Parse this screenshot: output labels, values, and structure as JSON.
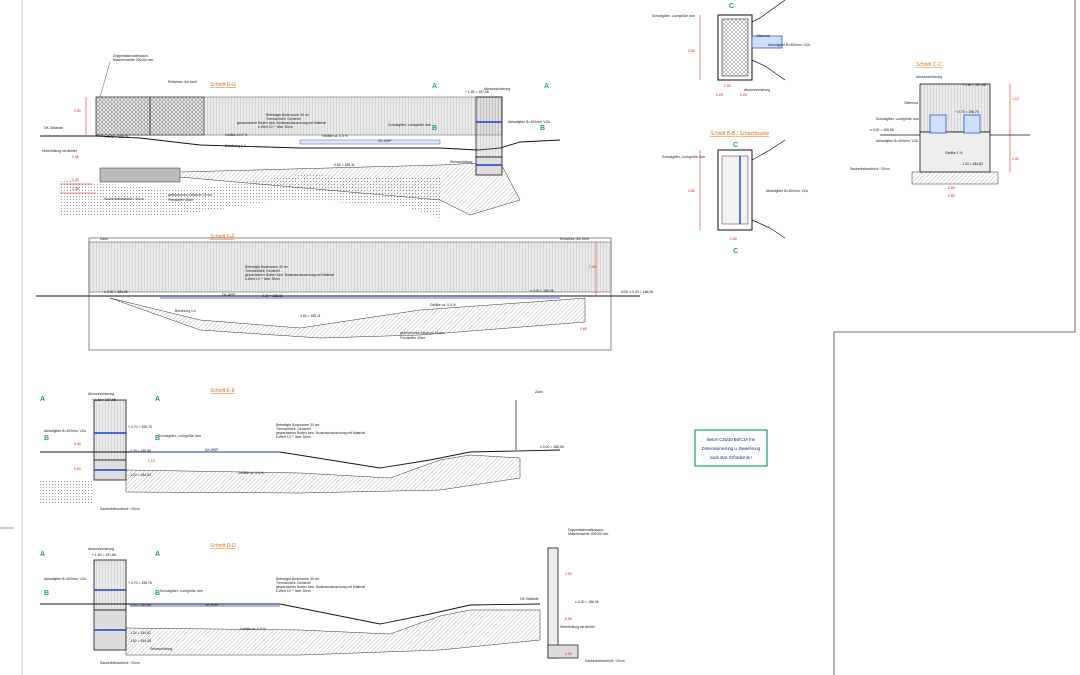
{
  "sections": {
    "gg": {
      "title": "Schnitt G-G"
    },
    "ff": {
      "title": "Schnitt F-F"
    },
    "ee": {
      "title": "Schnitt E-E"
    },
    "dd": {
      "title": "Schnitt D-D"
    },
    "cc": {
      "title": "Schnitt C-C"
    },
    "bb": {
      "title": "Schnitt B-B / Schachtsohle"
    }
  },
  "section_marks": {
    "a": "A",
    "b": "B",
    "c": "C"
  },
  "notes": {
    "doppelstab": "Doppelstabmattenzaun,",
    "maschenweite": "Maschenweite 200x50 mm",
    "einfahrtor": "Einfahrtor, 6m breit",
    "absturz": "Absturzsicherung",
    "ok_gelaende": "OK Gelände",
    "hinterfuellung": "Hinterfüllung verdichtet",
    "sauberkeit": "Sauberkeitsschicht ~20cm",
    "kieskorn": "gebrochenes Kieskorn 25 cm",
    "frostkoffer": "Frostkoffer 40cm",
    "bekiesung": "Befestigte Bodenzone 30 cm",
    "trennschicht": "Trennschicht: Geotextil",
    "bodenaustausch": "gewachsener Boden bzw. Bodenaustauschung mit Material",
    "kwert": "k-Wert 10⁻⁵ über 30cm",
    "gefaelle": "Gefälle 10.0 %",
    "gefaelle05": "Gefälle ca. 0.5 %",
    "gefaelle1": "Gefälle 1 %",
    "boeschung": "Böschung 1:2",
    "steinschuettung": "Steinschüttung",
    "schutzgitter": "Schutzgitter, Lochgröße 4cm",
    "ablauf": "Ablaufgitter B=400mm, V2A",
    "gitterrost": "Gitterrost",
    "zaun": "Zaun",
    "dk_wsp": "DK-WSP",
    "gok": "GOK ± 0.00 = 186,06"
  },
  "levels": {
    "l_197": "+ 1.60 = 197,66",
    "l_186": "± 0.00 = 186,06",
    "l_185": "- 0.30 = 185,86",
    "l_185b": "- 0.60 = 185,11",
    "l_196": "+ 0.70 = 196,76",
    "l_184": "- 1.24 = 184,82",
    "l_183": "- 1.60 = 184,46"
  },
  "dims": {
    "d_055": "0.55",
    "d_100": "1.00",
    "d_135": "1.35",
    "d_200": "2.00",
    "d_150": "1.50",
    "d_025": "0.25",
    "d_040": "0.40",
    "d_060": "0.60",
    "d_250": "2.50",
    "d_265": "2.65",
    "d_110": "1.10",
    "d_280": "2.80",
    "d_130": "1.30"
  },
  "notice": {
    "line1": "Beton C25/30 B6/C3A frei",
    "line2": "Dimensionierung u. Bewehrung",
    "line3": "nach stat. Erfordernis !"
  }
}
